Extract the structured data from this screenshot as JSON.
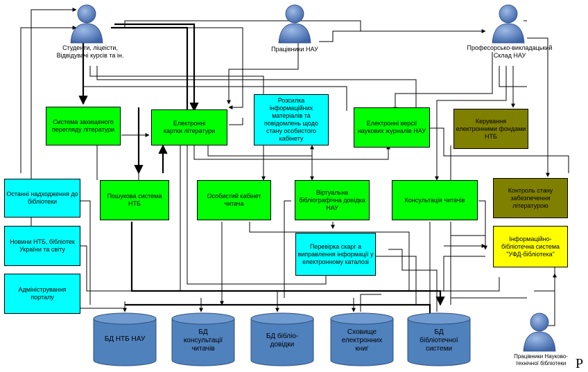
{
  "actors": {
    "students": "Студенти, ліцеісти,\nВідвідувачі курсів та ін.",
    "staff": "Працівники НАУ",
    "faculty": "Професорсько-викладацький\nСклад НАУ",
    "library_staff": "Працівники Науково-\nтехнічної бібліотеки"
  },
  "boxes": {
    "secure_view": "Система захищеного перегляду літератури",
    "ecards": "Електронні\nкартки літератури",
    "mailing": "Розсилка інформаційних матеріалів та повідомлень щодо стану особистого кабінету",
    "ejournals": "Електронні версії наукових журналів НАУ",
    "fund_mgmt": "Керування електронними фондами НТБ",
    "recent": "Останні надходження до бібліотеки",
    "search": "Пошукова система\nНТБ",
    "cabinet": "Особистий кабінет\nчитача",
    "virtual_ref": "Віртуальна бібліографічна довідка НАУ",
    "consult": "Консультація читачів",
    "supply_ctrl": "Контроль стану забезпечення літературою",
    "news": "Новини НТБ, бібліотек України та світу",
    "complaints": "Перевірка скарг а виправлення інформації у електронному каталозі",
    "ufd": "Інформаційно-бібліотечна система \"УФД-бібліотека\"",
    "admin": "Адміністрування порталу"
  },
  "databases": {
    "db1": "БД НТБ НАУ",
    "db2": "БД\nконсультації\nчитачів",
    "db3": "БД бібліо-\nдовідки",
    "db4": "Сховище\nелектронних\nкниг",
    "db5": "БД\nбібліотечної\nсистеми"
  },
  "caption_tail": "Р",
  "colors": {
    "green_box": "#00ff00",
    "cyan_box": "#00ffff",
    "olive_box": "#808000",
    "yellow_box": "#ffff00",
    "database": "#4f81bd",
    "actor": "#5b83c0"
  }
}
